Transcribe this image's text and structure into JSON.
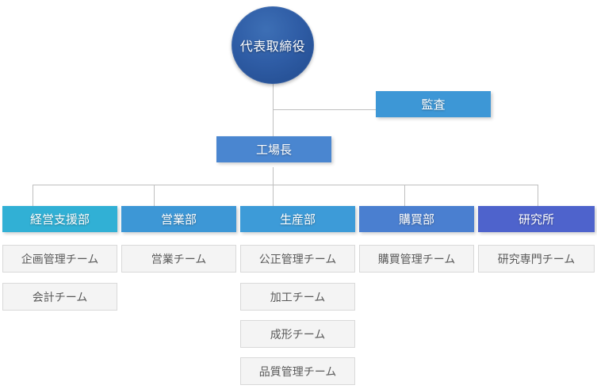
{
  "chart_data": {
    "type": "diagram",
    "diagram_kind": "organization-chart",
    "title": "",
    "language": "ja",
    "nodes": [
      {
        "id": "ceo",
        "label": "代表取締役",
        "level": 0,
        "shape": "circle",
        "color": "#2f5da6"
      },
      {
        "id": "audit",
        "label": "監査",
        "level": 1,
        "shape": "rect",
        "color": "#3d97d6"
      },
      {
        "id": "factory",
        "label": "工場長",
        "level": 1,
        "shape": "rect",
        "color": "#4a86d0"
      },
      {
        "id": "dept1",
        "label": "経営支援部",
        "level": 2,
        "shape": "rect",
        "color": "#31b0d5"
      },
      {
        "id": "dept2",
        "label": "営業部",
        "level": 2,
        "shape": "rect",
        "color": "#3d97d6"
      },
      {
        "id": "dept3",
        "label": "生産部",
        "level": 2,
        "shape": "rect",
        "color": "#3d9bd8"
      },
      {
        "id": "dept4",
        "label": "購買部",
        "level": 2,
        "shape": "rect",
        "color": "#4a7fd0"
      },
      {
        "id": "dept5",
        "label": "研究所",
        "level": 2,
        "shape": "rect",
        "color": "#4e63cc"
      },
      {
        "id": "t1a",
        "label": "企画管理チーム",
        "level": 3,
        "shape": "rect",
        "color": "#f4f4f4"
      },
      {
        "id": "t1b",
        "label": "会計チーム",
        "level": 3,
        "shape": "rect",
        "color": "#f4f4f4"
      },
      {
        "id": "t2a",
        "label": "営業チーム",
        "level": 3,
        "shape": "rect",
        "color": "#f4f4f4"
      },
      {
        "id": "t3a",
        "label": "公正管理チーム",
        "level": 3,
        "shape": "rect",
        "color": "#f4f4f4"
      },
      {
        "id": "t3b",
        "label": "加工チーム",
        "level": 3,
        "shape": "rect",
        "color": "#f4f4f4"
      },
      {
        "id": "t3c",
        "label": "成形チーム",
        "level": 3,
        "shape": "rect",
        "color": "#f4f4f4"
      },
      {
        "id": "t3d",
        "label": "品質管理チーム",
        "level": 3,
        "shape": "rect",
        "color": "#f4f4f4"
      },
      {
        "id": "t4a",
        "label": "購買管理チーム",
        "level": 3,
        "shape": "rect",
        "color": "#f4f4f4"
      },
      {
        "id": "t5a",
        "label": "研究専門チーム",
        "level": 3,
        "shape": "rect",
        "color": "#f4f4f4"
      }
    ],
    "edges": [
      {
        "from": "ceo",
        "to": "audit"
      },
      {
        "from": "ceo",
        "to": "factory"
      },
      {
        "from": "factory",
        "to": "dept1"
      },
      {
        "from": "factory",
        "to": "dept2"
      },
      {
        "from": "factory",
        "to": "dept3"
      },
      {
        "from": "factory",
        "to": "dept4"
      },
      {
        "from": "factory",
        "to": "dept5"
      },
      {
        "from": "dept1",
        "to": "t1a"
      },
      {
        "from": "dept1",
        "to": "t1b"
      },
      {
        "from": "dept2",
        "to": "t2a"
      },
      {
        "from": "dept3",
        "to": "t3a"
      },
      {
        "from": "dept3",
        "to": "t3b"
      },
      {
        "from": "dept3",
        "to": "t3c"
      },
      {
        "from": "dept3",
        "to": "t3d"
      },
      {
        "from": "dept4",
        "to": "t4a"
      },
      {
        "from": "dept5",
        "to": "t5a"
      }
    ]
  },
  "root": {
    "label": "代表取締役"
  },
  "audit": {
    "label": "監査"
  },
  "factory": {
    "label": "工場長"
  },
  "departments": [
    {
      "label": "経営支援部",
      "teams": [
        {
          "label": "企画管理チーム"
        },
        {
          "label": "会計チーム"
        }
      ]
    },
    {
      "label": "営業部",
      "teams": [
        {
          "label": "営業チーム"
        }
      ]
    },
    {
      "label": "生産部",
      "teams": [
        {
          "label": "公正管理チーム"
        },
        {
          "label": "加工チーム"
        },
        {
          "label": "成形チーム"
        },
        {
          "label": "品質管理チーム"
        }
      ]
    },
    {
      "label": "購買部",
      "teams": [
        {
          "label": "購買管理チーム"
        }
      ]
    },
    {
      "label": "研究所",
      "teams": [
        {
          "label": "研究専門チーム"
        }
      ]
    }
  ],
  "colors": {
    "root": "#2f5da6",
    "audit": "#3d97d6",
    "factory": "#4a86d0",
    "dept1": "#31b0d5",
    "dept2": "#3d97d6",
    "dept3": "#3d9bd8",
    "dept4": "#4a7fd0",
    "dept5": "#4e63cc",
    "team_bg": "#f4f4f4",
    "team_border": "#d9d9d9",
    "team_text": "#5a5a5a",
    "connector": "#bfbfbf",
    "background": "#ffffff"
  }
}
